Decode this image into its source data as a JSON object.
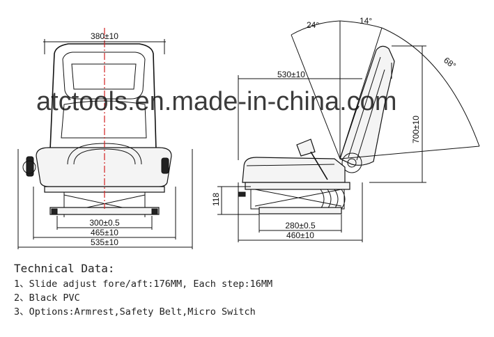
{
  "dimensions": {
    "front_top_width": "380±10",
    "front_rail_width": "300±0.5",
    "front_base_width": "465±10",
    "front_overall_width": "535±10",
    "side_depth": "530±10",
    "side_height": "700±10",
    "side_rail_length": "280±0.5",
    "side_base_length": "460±10",
    "side_suspension_height": "118"
  },
  "angles": {
    "back_forward": "24°",
    "back_upright": "14°",
    "back_recline": "68°"
  },
  "watermark": "atctools.en.made-in-china.com",
  "notes": {
    "heading": "Technical Data:",
    "items": [
      "1、Slide adjust fore/aft:176MM, Each step:16MM",
      "2、Black PVC",
      "3、Options:Armrest,Safety Belt,Micro Switch"
    ]
  },
  "colors": {
    "line": "#111111",
    "centerline": "#d22020",
    "background": "#ffffff"
  }
}
